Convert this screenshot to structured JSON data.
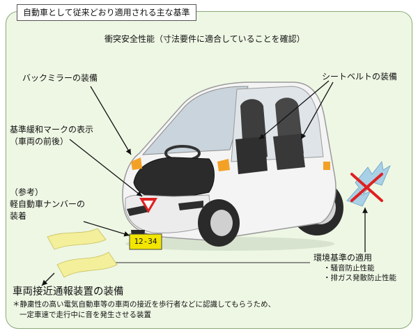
{
  "title": "自動車として従来どおり適用される主な基準",
  "labels": {
    "collision": "衝突安全性能（寸法要件に適合していることを確認）",
    "mirror": "バックミラーの装備",
    "seatbelt": "シートベルトの装備",
    "relief_mark_line1": "基準緩和マークの表示",
    "relief_mark_line2": "（車両の前後）",
    "plate_line1": "（参考）",
    "plate_line2": "軽自動車ナンバーの",
    "plate_line3": "装着",
    "env_title": "環境基準の適用",
    "env_item1": "・騒音防止性能",
    "env_item2": "・排ガス発散防止性能",
    "approach_title": "車両接近通報装置の装備",
    "approach_note1": "＊静粛性の高い電気自動車等の車両の接近を歩行者などに認識してもらうため、",
    "approach_note2": "一定車速で走行中に音を発生させる装置"
  },
  "license_plate": "12-34",
  "colors": {
    "panel_bg": "#eef7e4",
    "plate": "#f2e600",
    "triangle": "#e02020",
    "sound_wave": "#f3ef9a",
    "exhaust": "#a8d0e6",
    "cross": "#e02020"
  }
}
